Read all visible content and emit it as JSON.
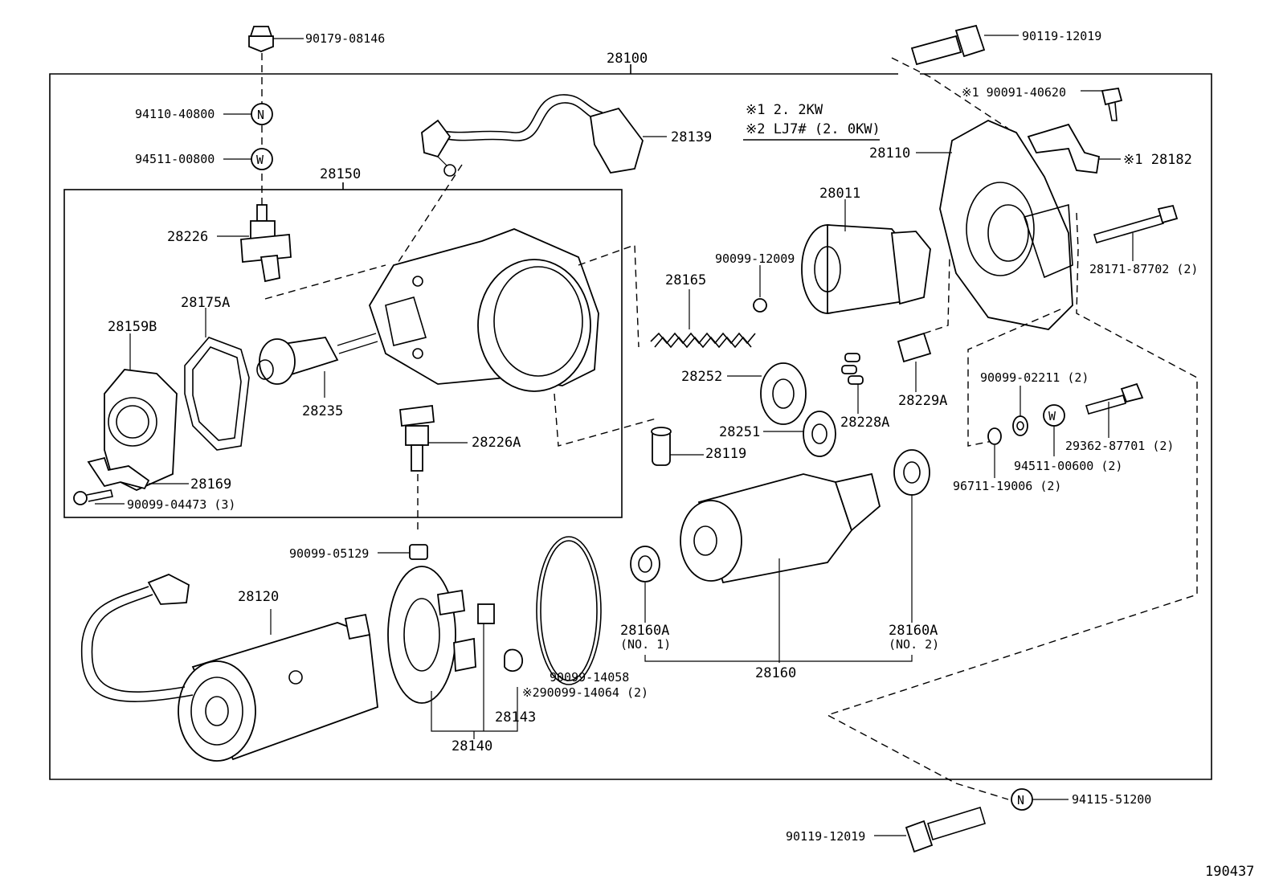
{
  "diagram": {
    "drawing_number": "190437",
    "legend": {
      "note1": "※1 2. 2KW",
      "note2": "※2 LJ7# (2. 0KW)"
    },
    "labels": {
      "p90179_08146": "90179-08146",
      "p94110_40800": "94110-40800",
      "p94511_00800": "94511-00800",
      "p28100": "28100",
      "p28150": "28150",
      "p28139": "28139",
      "p28226": "28226",
      "p28175A": "28175A",
      "p28159B": "28159B",
      "p28235": "28235",
      "p28226A": "28226A",
      "p28169": "28169",
      "p90099_04473": "90099-04473 (3)",
      "p90099_05129": "90099-05129",
      "p28120": "28120",
      "p28140": "28140",
      "p28143": "28143",
      "p90099_14058": "90099-14058",
      "p90099_14064": "※290099-14064 (2)",
      "p28160A_1": "28160A",
      "p28160A_1b": "(NO. 1)",
      "p28160": "28160",
      "p28160A_2": "28160A",
      "p28160A_2b": "(NO. 2)",
      "p28119": "28119",
      "p28165": "28165",
      "p90099_12009": "90099-12009",
      "p28011": "28011",
      "p28252": "28252",
      "p28251": "28251",
      "p28228A": "28228A",
      "p28229A": "28229A",
      "p90119_12019_top": "90119-12019",
      "p90091_40620": "※1 90091-40620",
      "p28110": "28110",
      "p28182": "※1 28182",
      "p28171_87702": "28171-87702 (2)",
      "p90099_02211": "90099-02211 (2)",
      "p29362_87701": "29362-87701 (2)",
      "p94511_00600": "94511-00600 (2)",
      "p96711_19006": "96711-19006 (2)",
      "p94115_51200": "94115-51200",
      "p90119_12019_bot": "90119-12019"
    },
    "markers": {
      "nut": "N",
      "washer": "W"
    }
  }
}
